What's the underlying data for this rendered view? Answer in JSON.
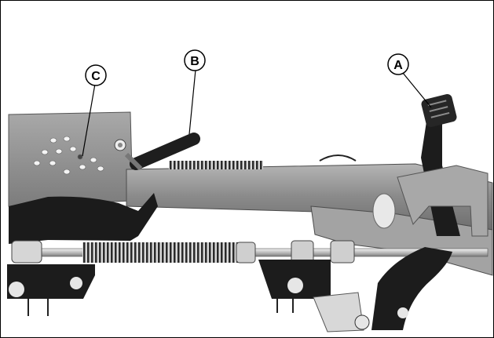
{
  "callouts": {
    "a": "A",
    "b": "B",
    "c": "C"
  },
  "colors": {
    "frame_metal": "#8f8f8f",
    "dark_parts": "#1b1b1b",
    "light_metal": "#cfcfcf",
    "background": "#ffffff"
  }
}
